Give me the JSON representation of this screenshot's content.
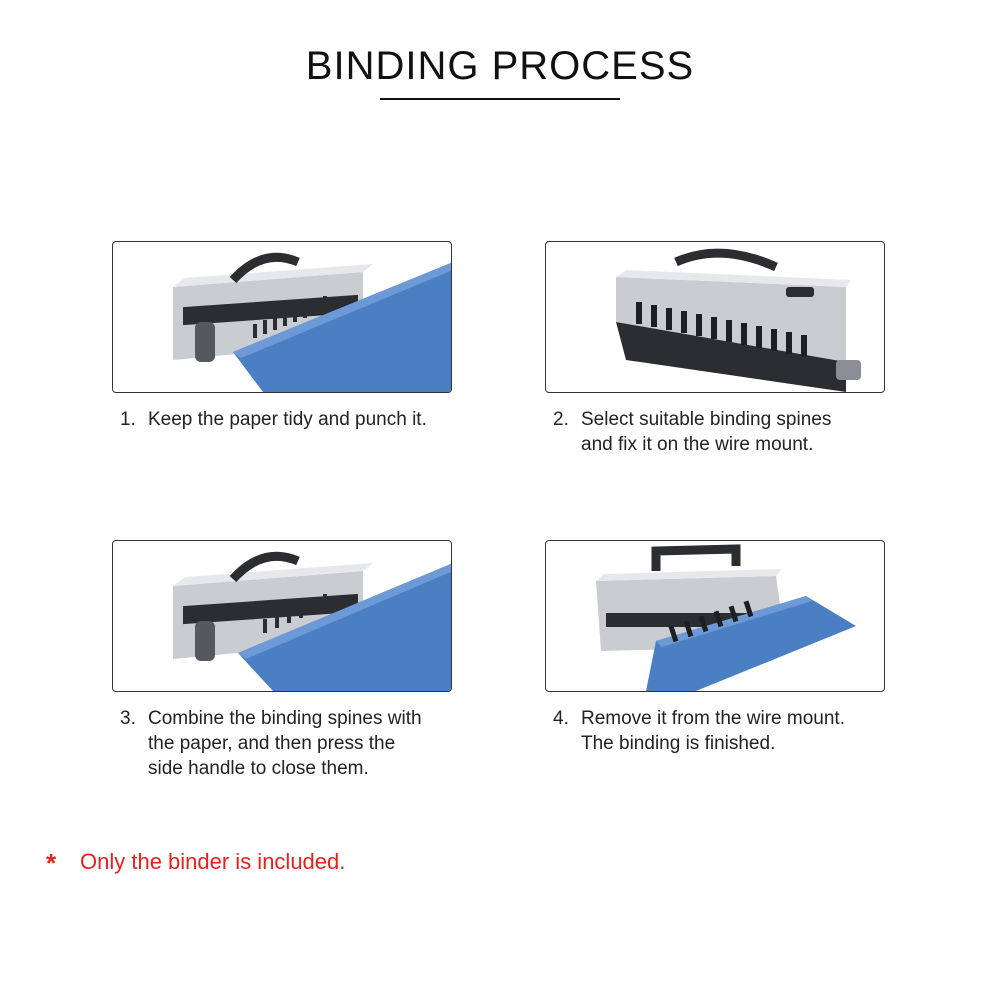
{
  "title": "BINDING PROCESS",
  "steps": [
    {
      "number": "1.",
      "lines": [
        "Keep the paper tidy and punch it."
      ],
      "icon": "binder-punching-image"
    },
    {
      "number": "2.",
      "lines": [
        "Select suitable binding spines",
        "and fix it on the wire mount."
      ],
      "icon": "binder-wire-mount-image"
    },
    {
      "number": "3.",
      "lines": [
        "Combine the binding spines with",
        "the paper, and then press the",
        "side handle to close them."
      ],
      "icon": "binder-closing-image"
    },
    {
      "number": "4.",
      "lines": [
        "Remove it from the wire mount.",
        "The binding is finished."
      ],
      "icon": "binder-finished-image"
    }
  ],
  "note": {
    "symbol": "*",
    "text": "Only the binder is included."
  },
  "colors": {
    "accent": "#e8211c",
    "paper": "#4a7fc4",
    "machine": "#b9bdc3",
    "dark": "#2b2d31"
  }
}
